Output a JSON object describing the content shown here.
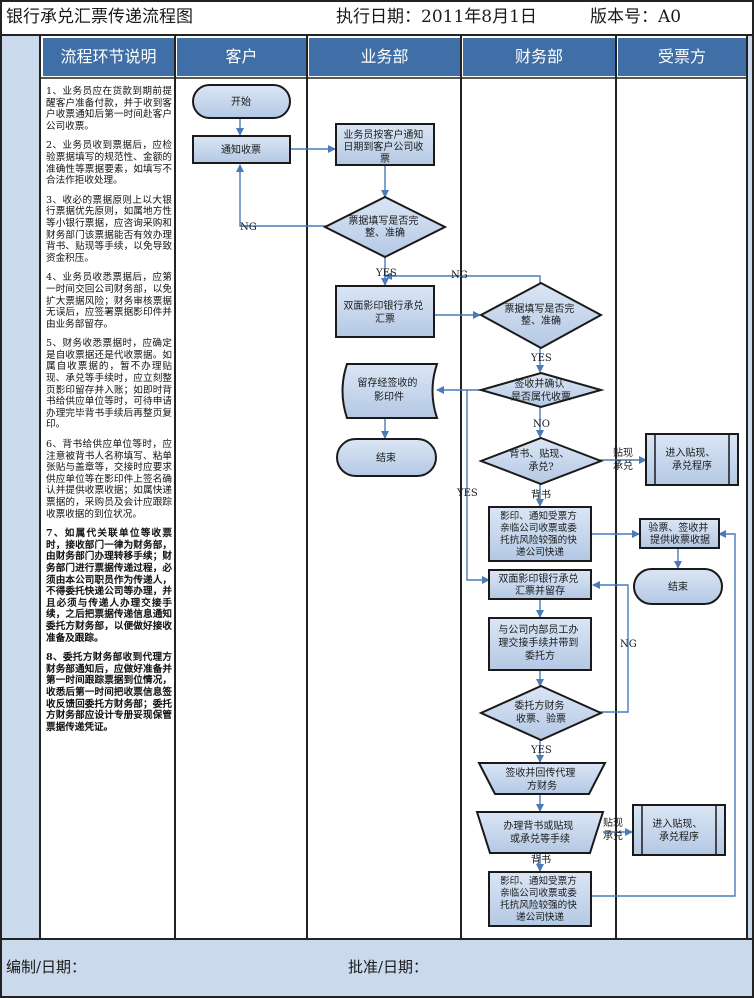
{
  "header": {
    "title": "银行承兑汇票传递流程图",
    "date_label": "执行日期：2011年8月1日",
    "version_label": "版本号：A0"
  },
  "columns": [
    "流程环节说明",
    "客户",
    "业务部",
    "财务部",
    "受票方"
  ],
  "notes": [
    {
      "text": "1、业务员应在货款到期前提醒客户准备付款，并于收到客户收票通知后第一时间赴客户公司收票。",
      "bold": false
    },
    {
      "text": "2、业务员收到票据后，应检验票据填写的规范性、金额的准确性等票据要素，如填写不合法作拒收处理。",
      "bold": false
    },
    {
      "text": "3、收必的票据原则上以大银行票据优先原则，如属地方性等小银行票据，应咨询采购和财务部门该票据能否有效办理背书、贴现等手续，以免导致资金积压。",
      "bold": false
    },
    {
      "text": "4、业务员收悉票据后，应第一时间交回公司财务部，以免扩大票据风险；财务审核票据无误后，应签署票据影印件并由业务部留存。",
      "bold": false
    },
    {
      "text": "5、财务收悉票据时，应确定是自收票据还是代收票据。如属自收票据的，暂不办理贴现、承兑等手续时，应立刻整页影印留存并入账；如即时背书给供应单位等时，可待申请办理完毕背书手续后再整页复印。",
      "bold": false
    },
    {
      "text": "6、背书给供应单位等时，应注意被背书人名称填写、粘单张贴与盖章等，交接时应要求供应单位等在影印件上签名确认并提供收票收据；如属快递票据的，采购员及会计应跟踪收票收据的到位状况。",
      "bold": false
    },
    {
      "text": "7、如属代关联单位等收票时，接收部门一律为财务部，由财务部门办理转移手续；财务部门进行票据传递过程，必须由本公司职员作为传递人，不得委托快递公司等办理，并且必须与传递人办理交接手续，之后把票据传递信息通知委托方财务部，以便做好接收准备及跟踪。",
      "bold": true
    },
    {
      "text": "8、委托方财务部收到代理方财务部通知后，应做好准备并第一时间跟踪票据到位情况，收悉后第一时间把收票信息签收反馈回委托方财务部；委托方财务部应设计专册妥现保管票据传递凭证。",
      "bold": true
    }
  ],
  "nodes": {
    "start": "开始",
    "notify": "通知收票",
    "collect": [
      "业务员按客户通知",
      "日期到客户公司收",
      "票"
    ],
    "check1": [
      "票据填写是否完",
      "整、准确"
    ],
    "copy1": [
      "双面影印银行承兑",
      "汇票"
    ],
    "check2": [
      "票据填写是否完",
      "整、准确"
    ],
    "archive": [
      "留存经签收的",
      "影印件"
    ],
    "end1": "结束",
    "sign": [
      "签收并确认",
      "是否属代收票"
    ],
    "discount_q": [
      "背书、贴现、",
      "承兑?"
    ],
    "proc1": [
      "进入贴现、",
      "承兑程序"
    ],
    "send1": [
      "影印、通知受票方",
      "亲临公司收票或委",
      "托抗风险较强的快",
      "递公司快递"
    ],
    "receipt": [
      "验票、签收并",
      "提供收票收据"
    ],
    "end2": "结束",
    "copy2": [
      "双面影印银行承兑",
      "汇票并留存"
    ],
    "handover": [
      "与公司内部员工办",
      "理交接手续并带到",
      "委托方"
    ],
    "entrust": [
      "委托方财务",
      "收票、验票"
    ],
    "signback": [
      "签收并回传代理",
      "方财务"
    ],
    "endorse": [
      "办理背书或贴现",
      "或承兑等手续"
    ],
    "proc2": [
      "进入贴现、",
      "承兑程序"
    ],
    "send2": [
      "影印、通知受票方",
      "亲临公司收票或委",
      "托抗风险较强的快",
      "递公司快递"
    ]
  },
  "edge_labels": {
    "ng1": "NG",
    "yes1": "YES",
    "ng2": "NG",
    "yes2": "YES",
    "no1": "NO",
    "yes3": "YES",
    "discount1": [
      "贴现",
      "承兑"
    ],
    "endorse1": "背书",
    "ng3": "NG",
    "yes4": "YES",
    "discount2": [
      "贴现",
      "承兑"
    ],
    "endorse2": "背书"
  },
  "footer": {
    "editor_label": "编制/日期：",
    "approver_label": "批准/日期："
  },
  "colors": {
    "node_fill": "#c5d5ec",
    "header_blue": "#3f6fa6",
    "line": "#4a7ab8"
  }
}
